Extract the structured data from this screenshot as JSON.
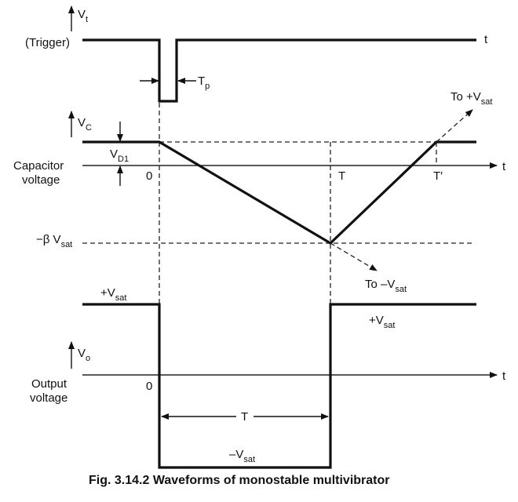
{
  "figure": {
    "caption": "Fig. 3.14.2 Waveforms of monostable multivibrator"
  },
  "trigger_panel": {
    "axis_symbol": "V",
    "axis_subscript": "t",
    "row_label": "(Trigger)",
    "time_label": "t",
    "pulse_width_symbol": "T",
    "pulse_width_subscript": "p"
  },
  "capacitor_panel": {
    "axis_symbol": "V",
    "axis_subscript": "C",
    "row_label_line1": "Capacitor",
    "row_label_line2": "voltage",
    "diode_drop_symbol": "V",
    "diode_drop_subscript": "D1",
    "origin_label": "0",
    "period_label": "T",
    "recovery_label": "T′",
    "time_label": "t",
    "min_level_symbol": "−β V",
    "min_level_subscript": "sat",
    "to_pos_prefix": "To +V",
    "to_pos_subscript": "sat",
    "to_neg_prefix": "To –V",
    "to_neg_subscript": "sat"
  },
  "output_panel": {
    "axis_symbol": "V",
    "axis_subscript": "o",
    "row_label_line1": "Output",
    "row_label_line2": "voltage",
    "origin_label": "0",
    "time_label": "t",
    "high_before_prefix": "+V",
    "high_before_subscript": "sat",
    "high_after_prefix": "+V",
    "high_after_subscript": "sat",
    "low_prefix": "–V",
    "low_subscript": "sat",
    "period_label": "T"
  }
}
